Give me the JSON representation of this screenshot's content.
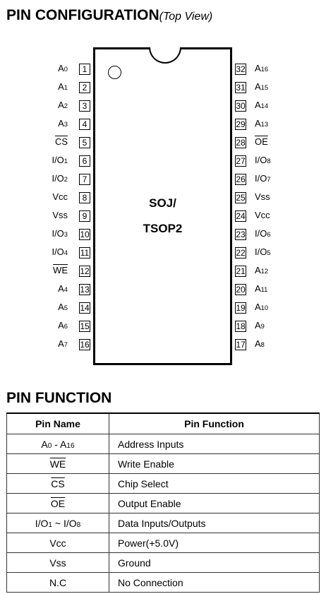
{
  "header": {
    "title": "PIN CONFIGURATION",
    "subtitle": "(Top View)"
  },
  "package": {
    "line1": "SOJ/",
    "line2": "TSOP2"
  },
  "left_pins": [
    {
      "number": "1",
      "name": "A",
      "sub": "0",
      "overbar": false
    },
    {
      "number": "2",
      "name": "A",
      "sub": "1",
      "overbar": false
    },
    {
      "number": "3",
      "name": "A",
      "sub": "2",
      "overbar": false
    },
    {
      "number": "4",
      "name": "A",
      "sub": "3",
      "overbar": false
    },
    {
      "number": "5",
      "name": "CS",
      "sub": "",
      "overbar": true
    },
    {
      "number": "6",
      "name": "I/O",
      "sub": "1",
      "overbar": false
    },
    {
      "number": "7",
      "name": "I/O",
      "sub": "2",
      "overbar": false
    },
    {
      "number": "8",
      "name": "Vcc",
      "sub": "",
      "overbar": false
    },
    {
      "number": "9",
      "name": "Vss",
      "sub": "",
      "overbar": false
    },
    {
      "number": "10",
      "name": "I/O",
      "sub": "3",
      "overbar": false
    },
    {
      "number": "11",
      "name": "I/O",
      "sub": "4",
      "overbar": false
    },
    {
      "number": "12",
      "name": "WE",
      "sub": "",
      "overbar": true
    },
    {
      "number": "13",
      "name": "A",
      "sub": "4",
      "overbar": false
    },
    {
      "number": "14",
      "name": "A",
      "sub": "5",
      "overbar": false
    },
    {
      "number": "15",
      "name": "A",
      "sub": "6",
      "overbar": false
    },
    {
      "number": "16",
      "name": "A",
      "sub": "7",
      "overbar": false
    }
  ],
  "right_pins": [
    {
      "number": "32",
      "name": "A",
      "sub": "16",
      "overbar": false
    },
    {
      "number": "31",
      "name": "A",
      "sub": "15",
      "overbar": false
    },
    {
      "number": "30",
      "name": "A",
      "sub": "14",
      "overbar": false
    },
    {
      "number": "29",
      "name": "A",
      "sub": "13",
      "overbar": false
    },
    {
      "number": "28",
      "name": "OE",
      "sub": "",
      "overbar": true
    },
    {
      "number": "27",
      "name": "I/O",
      "sub": "8",
      "overbar": false
    },
    {
      "number": "26",
      "name": "I/O",
      "sub": "7",
      "overbar": false
    },
    {
      "number": "25",
      "name": "Vss",
      "sub": "",
      "overbar": false
    },
    {
      "number": "24",
      "name": "Vcc",
      "sub": "",
      "overbar": false
    },
    {
      "number": "23",
      "name": "I/O",
      "sub": "6",
      "overbar": false
    },
    {
      "number": "22",
      "name": "I/O",
      "sub": "5",
      "overbar": false
    },
    {
      "number": "21",
      "name": "A",
      "sub": "12",
      "overbar": false
    },
    {
      "number": "20",
      "name": "A",
      "sub": "11",
      "overbar": false
    },
    {
      "number": "19",
      "name": "A",
      "sub": "10",
      "overbar": false
    },
    {
      "number": "18",
      "name": "A",
      "sub": "9",
      "overbar": false
    },
    {
      "number": "17",
      "name": "A",
      "sub": "8",
      "overbar": false
    }
  ],
  "pin_function": {
    "title": "PIN FUNCTION",
    "headers": {
      "name": "Pin Name",
      "function": "Pin Function"
    },
    "rows": [
      {
        "name_parts": [
          {
            "t": "A"
          },
          {
            "t": "0",
            "sub": true
          },
          {
            "t": " - A"
          },
          {
            "t": "16",
            "sub": true
          }
        ],
        "function": "Address Inputs"
      },
      {
        "name_parts": [
          {
            "t": "WE",
            "ol": true
          }
        ],
        "function": "Write Enable"
      },
      {
        "name_parts": [
          {
            "t": "CS",
            "ol": true
          }
        ],
        "function": "Chip Select"
      },
      {
        "name_parts": [
          {
            "t": "OE",
            "ol": true
          }
        ],
        "function": "Output Enable"
      },
      {
        "name_parts": [
          {
            "t": "I/O"
          },
          {
            "t": "1",
            "sub": true
          },
          {
            "t": " ~ I/O"
          },
          {
            "t": "8",
            "sub": true
          }
        ],
        "function": "Data Inputs/Outputs"
      },
      {
        "name_parts": [
          {
            "t": "Vcc"
          }
        ],
        "function": "Power(+5.0V)"
      },
      {
        "name_parts": [
          {
            "t": "Vss"
          }
        ],
        "function": "Ground"
      },
      {
        "name_parts": [
          {
            "t": "N.C"
          }
        ],
        "function": "No Connection"
      }
    ]
  }
}
